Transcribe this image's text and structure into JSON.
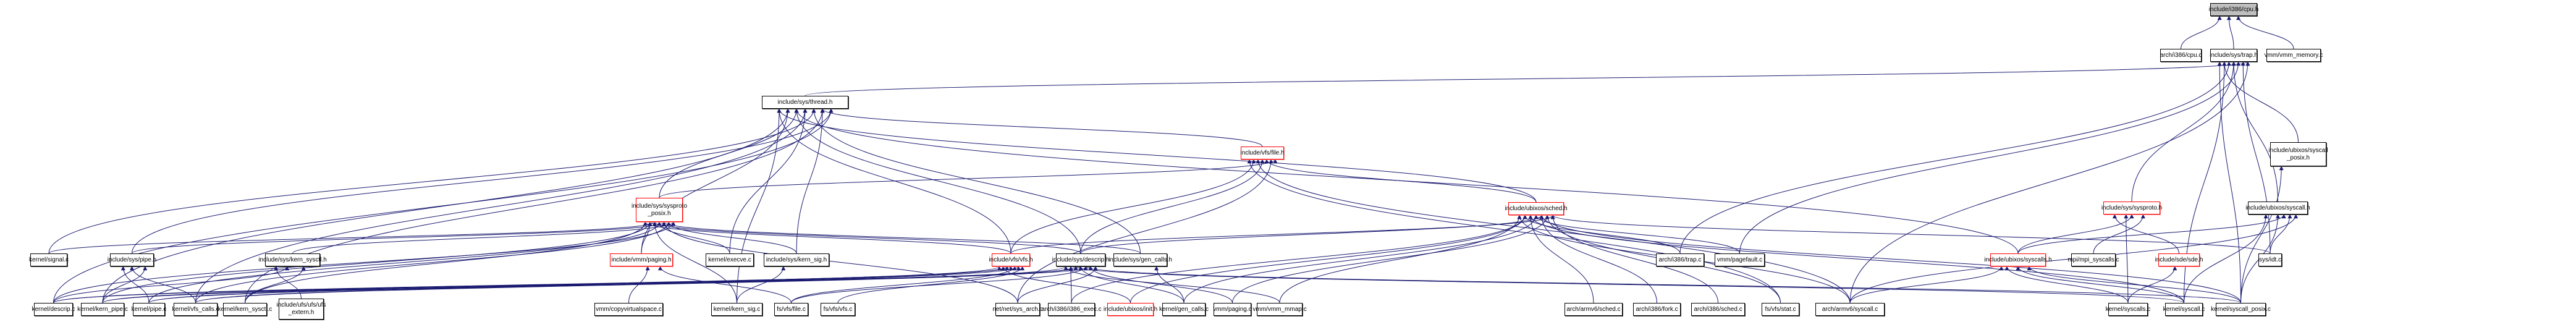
{
  "graph": {
    "title": "include/i386/cpu.h",
    "edge_color": "#191970",
    "nodes": [
      {
        "id": "cpu_h",
        "label": "include/i386/cpu.h",
        "style": "root"
      },
      {
        "id": "cpu_c",
        "label": "arch/i386/cpu.c",
        "style": "black"
      },
      {
        "id": "trap_h",
        "label": "include/sys/trap.h",
        "style": "black"
      },
      {
        "id": "vmm_memory_c",
        "label": "vmm/vmm_memory.c",
        "style": "black"
      },
      {
        "id": "thread_h",
        "label": "include/sys/thread.h",
        "style": "black"
      },
      {
        "id": "syscall_posix_h",
        "label": "include/ubixos/syscall\n_posix.h",
        "style": "black"
      },
      {
        "id": "file_h",
        "label": "include/vfs/file.h",
        "style": "red"
      },
      {
        "id": "sysproto_h",
        "label": "include/sys/sysproto.h",
        "style": "red"
      },
      {
        "id": "syscall_h",
        "label": "include/ubixos/syscall.h",
        "style": "black"
      },
      {
        "id": "sysproto_posix_h",
        "label": "include/sys/sysproto\n_posix.h",
        "style": "red"
      },
      {
        "id": "sched_h",
        "label": "include/ubixos/sched.h",
        "style": "red"
      },
      {
        "id": "signal_c",
        "label": "kernel/signal.c",
        "style": "black"
      },
      {
        "id": "pipe_h",
        "label": "include/sys/pipe.h",
        "style": "black"
      },
      {
        "id": "kern_sysctl_h",
        "label": "include/sys/kern_sysctl.h",
        "style": "black"
      },
      {
        "id": "paging_h",
        "label": "include/vmm/paging.h",
        "style": "red"
      },
      {
        "id": "execve_c",
        "label": "kernel/execve.c",
        "style": "black"
      },
      {
        "id": "kern_sig_h",
        "label": "include/sys/kern_sig.h",
        "style": "black"
      },
      {
        "id": "vfs_h",
        "label": "include/vfs/vfs.h",
        "style": "red"
      },
      {
        "id": "descrip_h",
        "label": "include/sys/descrip.h",
        "style": "black"
      },
      {
        "id": "gen_calls_h",
        "label": "include/sys/gen_calls.h",
        "style": "black"
      },
      {
        "id": "trap_c",
        "label": "arch/i386/trap.c",
        "style": "black"
      },
      {
        "id": "pagefault_c",
        "label": "vmm/pagefault.c",
        "style": "black"
      },
      {
        "id": "syscalls_h",
        "label": "include/ubixos/syscalls.h",
        "style": "red"
      },
      {
        "id": "mpi_syscalls_c",
        "label": "mpi/mpi_syscalls.c",
        "style": "black"
      },
      {
        "id": "sde_h",
        "label": "include/sde/sde.h",
        "style": "red"
      },
      {
        "id": "idt_c",
        "label": "sys/idt.c",
        "style": "black"
      },
      {
        "id": "descrip_c",
        "label": "kernel/descrip.c",
        "style": "black"
      },
      {
        "id": "kern_pipe_c",
        "label": "kernel/kern_pipe.c",
        "style": "black"
      },
      {
        "id": "pipe_c",
        "label": "kernel/pipe.c",
        "style": "black"
      },
      {
        "id": "vfs_calls_c",
        "label": "kernel/vfs_calls.c",
        "style": "black"
      },
      {
        "id": "kern_sysctl_c",
        "label": "kernel/kern_sysctl.c",
        "style": "black"
      },
      {
        "id": "ufs_extern_h",
        "label": "include/ufs/ufs/ufs\n_extern.h",
        "style": "black"
      },
      {
        "id": "copyvirtualspace_c",
        "label": "vmm/copyvirtualspace.c",
        "style": "black"
      },
      {
        "id": "kern_sig_c",
        "label": "kernel/kern_sig.c",
        "style": "black"
      },
      {
        "id": "file_c",
        "label": "fs/vfs/file.c",
        "style": "black"
      },
      {
        "id": "vfs_c",
        "label": "fs/vfs/vfs.c",
        "style": "black"
      },
      {
        "id": "sys_arch_c",
        "label": "net/net/sys_arch.c",
        "style": "black"
      },
      {
        "id": "i386_exec_c",
        "label": "arch/i386/i386_exec.c",
        "style": "black"
      },
      {
        "id": "init_h",
        "label": "include/ubixos/init.h",
        "style": "red"
      },
      {
        "id": "gen_calls_c",
        "label": "kernel/gen_calls.c",
        "style": "black"
      },
      {
        "id": "paging_c",
        "label": "vmm/paging.c",
        "style": "black"
      },
      {
        "id": "vmm_mmap_c",
        "label": "vmm/vmm_mmap.c",
        "style": "black"
      },
      {
        "id": "armv6_sched_c",
        "label": "arch/armv6/sched.c",
        "style": "black"
      },
      {
        "id": "fork_c",
        "label": "arch/i386/fork.c",
        "style": "black"
      },
      {
        "id": "i386_sched_c",
        "label": "arch/i386/sched.c",
        "style": "black"
      },
      {
        "id": "stat_c",
        "label": "fs/vfs/stat.c",
        "style": "black"
      },
      {
        "id": "armv6_syscall_c",
        "label": "arch/armv6/syscall.c",
        "style": "black"
      },
      {
        "id": "kernel_syscalls_c",
        "label": "kernel/syscalls.c",
        "style": "black"
      },
      {
        "id": "kernel_syscall_c",
        "label": "kernel/syscall.c",
        "style": "black"
      },
      {
        "id": "kernel_syscall_posix_c",
        "label": "kernel/syscall_posix.c",
        "style": "black"
      }
    ],
    "edges": [
      [
        "cpu_c",
        "cpu_h"
      ],
      [
        "trap_h",
        "cpu_h"
      ],
      [
        "vmm_memory_c",
        "cpu_h"
      ],
      [
        "thread_h",
        "trap_h"
      ],
      [
        "syscall_posix_h",
        "trap_h"
      ],
      [
        "syscall_h",
        "trap_h"
      ],
      [
        "idt_c",
        "trap_h"
      ],
      [
        "kernel_syscall_posix_c",
        "trap_h"
      ],
      [
        "trap_c",
        "trap_h"
      ],
      [
        "pagefault_c",
        "trap_h"
      ],
      [
        "armv6_syscall_c",
        "trap_h"
      ],
      [
        "kernel_syscall_c",
        "trap_h"
      ],
      [
        "sysproto_h",
        "trap_h"
      ],
      [
        "file_h",
        "thread_h"
      ],
      [
        "sched_h",
        "thread_h"
      ],
      [
        "sysproto_posix_h",
        "thread_h"
      ],
      [
        "signal_c",
        "thread_h"
      ],
      [
        "pipe_h",
        "thread_h"
      ],
      [
        "paging_h",
        "thread_h"
      ],
      [
        "execve_c",
        "thread_h"
      ],
      [
        "kern_sig_h",
        "thread_h"
      ],
      [
        "vfs_h",
        "thread_h"
      ],
      [
        "descrip_h",
        "thread_h"
      ],
      [
        "gen_calls_h",
        "thread_h"
      ],
      [
        "descrip_c",
        "thread_h"
      ],
      [
        "kern_pipe_c",
        "thread_h"
      ],
      [
        "vfs_calls_c",
        "thread_h"
      ],
      [
        "kern_sysctl_c",
        "thread_h"
      ],
      [
        "kern_sig_c",
        "thread_h"
      ],
      [
        "syscalls_h",
        "thread_h"
      ],
      [
        "sched_h",
        "file_h"
      ],
      [
        "sysproto_posix_h",
        "file_h"
      ],
      [
        "vfs_h",
        "file_h"
      ],
      [
        "descrip_h",
        "file_h"
      ],
      [
        "sys_arch_c",
        "file_h"
      ],
      [
        "stat_c",
        "file_h"
      ],
      [
        "armv6_syscall_c",
        "file_h"
      ],
      [
        "descrip_h",
        "sched_h"
      ],
      [
        "vfs_h",
        "sched_h"
      ],
      [
        "init_h",
        "sched_h"
      ],
      [
        "gen_calls_c",
        "sched_h"
      ],
      [
        "paging_c",
        "sched_h"
      ],
      [
        "vmm_mmap_c",
        "sched_h"
      ],
      [
        "armv6_sched_c",
        "sched_h"
      ],
      [
        "fork_c",
        "sched_h"
      ],
      [
        "i386_sched_c",
        "sched_h"
      ],
      [
        "trap_c",
        "sched_h"
      ],
      [
        "pagefault_c",
        "sched_h"
      ],
      [
        "stat_c",
        "sched_h"
      ],
      [
        "armv6_syscall_c",
        "sched_h"
      ],
      [
        "kernel_syscall_c",
        "sched_h"
      ],
      [
        "kernel_syscall_posix_c",
        "sched_h"
      ],
      [
        "idt_c",
        "sched_h"
      ],
      [
        "i386_exec_c",
        "sched_h"
      ],
      [
        "syscalls_h",
        "sysproto_h"
      ],
      [
        "mpi_syscalls_c",
        "sysproto_h"
      ],
      [
        "sde_h",
        "sysproto_h"
      ],
      [
        "kernel_syscalls_c",
        "sysproto_h"
      ],
      [
        "syscalls_h",
        "syscall_h"
      ],
      [
        "armv6_syscall_c",
        "syscall_h"
      ],
      [
        "kernel_syscall_c",
        "syscall_h"
      ],
      [
        "kernel_syscall_posix_c",
        "syscall_h"
      ],
      [
        "idt_c",
        "syscall_h"
      ],
      [
        "kernel_syscall_posix_c",
        "syscall_posix_h"
      ],
      [
        "signal_c",
        "sysproto_posix_h"
      ],
      [
        "pipe_h",
        "sysproto_posix_h"
      ],
      [
        "kern_sysctl_h",
        "sysproto_posix_h"
      ],
      [
        "paging_h",
        "sysproto_posix_h"
      ],
      [
        "execve_c",
        "sysproto_posix_h"
      ],
      [
        "kern_sig_h",
        "sysproto_posix_h"
      ],
      [
        "vfs_h",
        "sysproto_posix_h"
      ],
      [
        "descrip_h",
        "sysproto_posix_h"
      ],
      [
        "gen_calls_h",
        "sysproto_posix_h"
      ],
      [
        "descrip_c",
        "sysproto_posix_h"
      ],
      [
        "kern_pipe_c",
        "sysproto_posix_h"
      ],
      [
        "pipe_c",
        "sysproto_posix_h"
      ],
      [
        "vfs_calls_c",
        "sysproto_posix_h"
      ],
      [
        "kern_sysctl_c",
        "sysproto_posix_h"
      ],
      [
        "kern_sig_c",
        "sysproto_posix_h"
      ],
      [
        "sys_arch_c",
        "sysproto_posix_h"
      ],
      [
        "kern_pipe_c",
        "pipe_h"
      ],
      [
        "pipe_c",
        "pipe_h"
      ],
      [
        "vfs_calls_c",
        "pipe_h"
      ],
      [
        "kern_sysctl_c",
        "kern_sysctl_h"
      ],
      [
        "ufs_extern_h",
        "kern_sysctl_h"
      ],
      [
        "descrip_c",
        "kern_sysctl_h"
      ],
      [
        "copyvirtualspace_c",
        "paging_h"
      ],
      [
        "file_c",
        "paging_h"
      ],
      [
        "kern_sig_c",
        "kern_sig_h"
      ],
      [
        "descrip_c",
        "vfs_h"
      ],
      [
        "vfs_calls_c",
        "vfs_h"
      ],
      [
        "kern_pipe_c",
        "vfs_h"
      ],
      [
        "pipe_c",
        "vfs_h"
      ],
      [
        "file_c",
        "vfs_h"
      ],
      [
        "vfs_c",
        "vfs_h"
      ],
      [
        "init_h",
        "vfs_h"
      ],
      [
        "descrip_c",
        "descrip_h"
      ],
      [
        "kern_pipe_c",
        "descrip_h"
      ],
      [
        "pipe_c",
        "descrip_h"
      ],
      [
        "vfs_calls_c",
        "descrip_h"
      ],
      [
        "file_c",
        "descrip_h"
      ],
      [
        "sys_arch_c",
        "descrip_h"
      ],
      [
        "i386_exec_c",
        "descrip_h"
      ],
      [
        "gen_calls_c",
        "descrip_h"
      ],
      [
        "paging_c",
        "descrip_h"
      ],
      [
        "vmm_mmap_c",
        "descrip_h"
      ],
      [
        "kernel_syscall_c",
        "descrip_h"
      ],
      [
        "kernel_syscall_posix_c",
        "descrip_h"
      ],
      [
        "gen_calls_c",
        "gen_calls_h"
      ],
      [
        "kernel_syscalls_c",
        "syscalls_h"
      ],
      [
        "kernel_syscall_c",
        "syscalls_h"
      ],
      [
        "kernel_syscall_posix_c",
        "syscalls_h"
      ],
      [
        "armv6_syscall_c",
        "syscalls_h"
      ],
      [
        "kernel_syscalls_c",
        "sde_h"
      ]
    ]
  }
}
